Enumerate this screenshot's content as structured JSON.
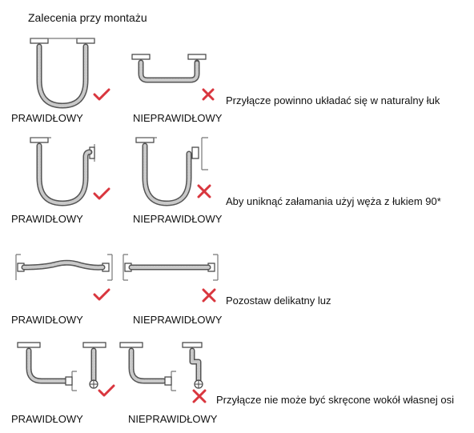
{
  "title": "Zalecenia przy montażu",
  "rows": [
    {
      "correct_label": "PRAWIDŁOWY",
      "incorrect_label": "NIEPRAWIDŁOWY",
      "tip": "Przyłącze powinno układać się w naturalny łuk",
      "correct_icon": "check-icon",
      "incorrect_icon": "cross-icon"
    },
    {
      "correct_label": "PRAWIDŁOWY",
      "incorrect_label": "NIEPRAWIDŁOWY",
      "tip": "Aby uniknąć załamania użyj węża z łukiem 90*",
      "correct_icon": "check-icon",
      "incorrect_icon": "cross-icon"
    },
    {
      "correct_label": "PRAWIDŁOWY",
      "incorrect_label": "NIEPRAWIDŁOWY",
      "tip": "Pozostaw delikatny luz",
      "correct_icon": "check-icon",
      "incorrect_icon": "cross-icon"
    },
    {
      "correct_label": "PRAWIDŁOWY",
      "incorrect_label": "NIEPRAWIDŁOWY",
      "tip": "Przyłącze nie może być skręcone wokół własnej osi",
      "correct_icon": "check-icon",
      "incorrect_icon": "cross-icon"
    }
  ],
  "colors": {
    "mark": "#d9363e",
    "hose": "#555555"
  }
}
